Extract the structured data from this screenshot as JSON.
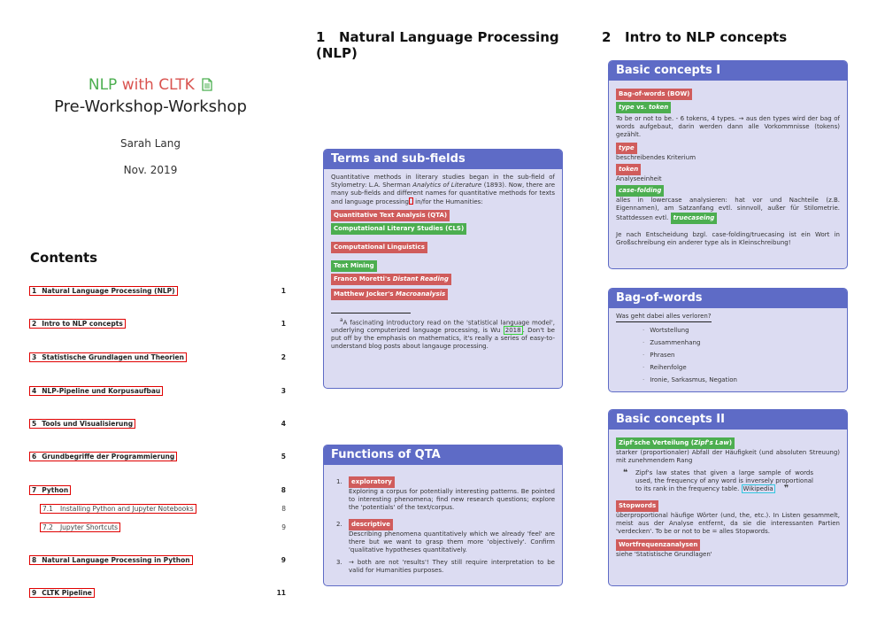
{
  "title": {
    "part1": "NLP",
    "part2": "with CLTK",
    "icon": "document-icon",
    "subtitle": "Pre-Workshop-Workshop",
    "author": "Sarah Lang",
    "date": "Nov. 2019"
  },
  "toc": {
    "heading": "Contents",
    "entries": [
      {
        "num": "1",
        "label": "Natural Language Processing (NLP)",
        "page": "1"
      },
      {
        "num": "2",
        "label": "Intro to NLP concepts",
        "page": "1"
      },
      {
        "num": "3",
        "label": "Statistische Grundlagen und Theorien",
        "page": "2"
      },
      {
        "num": "4",
        "label": "NLP-Pipeline und Korpusaufbau",
        "page": "3"
      },
      {
        "num": "5",
        "label": "Tools und Visualisierung",
        "page": "4"
      },
      {
        "num": "6",
        "label": "Grundbegriffe der Programmierung",
        "page": "5"
      },
      {
        "num": "7",
        "label": "Python",
        "page": "8"
      },
      {
        "num": "8",
        "label": "Natural Language Processing in Python",
        "page": "9"
      },
      {
        "num": "9",
        "label": "CLTK Pipeline",
        "page": "11"
      }
    ],
    "subentries": [
      {
        "num": "7.1",
        "label": "Installing Python and Jupyter Notebooks",
        "page": "8"
      },
      {
        "num": "7.2",
        "label": "Jupyter Shortcuts",
        "page": "9"
      }
    ]
  },
  "section1": {
    "num": "1",
    "title": "Natural Language Processing (NLP)",
    "terms_block": {
      "title": "Terms and sub-fields",
      "intro_a": "Quantitative methods in literary studies began in the sub-field of Stylometry: L.A. Sherman ",
      "intro_italic": "Analytics of Literature",
      "intro_b": " (1893). Now, there are many sub-fields and different names for quantitative methods for texts and language processing",
      "intro_c": " in/for the Humanities:",
      "tags": [
        {
          "label": "Quantitative Text Analysis (QTA)",
          "color": "red"
        },
        {
          "label": "Computational Literary Studies (CLS)",
          "color": "green"
        },
        {
          "label": "Computational Linguistics",
          "color": "red"
        },
        {
          "label": "Text Mining",
          "color": "green"
        }
      ],
      "moretti_a": "Franco Moretti's ",
      "moretti_b": "Distant Reading",
      "jocker_a": "Matthew Jocker's ",
      "jocker_b": "Macroanalysis",
      "footnote_mark": "a",
      "footnote_a": "A fascinating introductory read on the 'statistical language model', underlying computerized language processing, is Wu ",
      "footnote_cite": "2018",
      "footnote_b": ". Don't be put off by the emphasis on mathematics, it's really a series of easy-to-understand blog posts about langauge processing."
    },
    "qta_block": {
      "title": "Functions of QTA",
      "items": [
        {
          "num": "1.",
          "tag": "exploratory",
          "text": "Exploring a corpus for potentially interesting patterns. Be pointed to interesting phenomena; find new research questions; explore the 'potentials' of the text/corpus."
        },
        {
          "num": "2.",
          "tag": "descriptive",
          "text": "Describing phenomena quantitatively which we already 'feel' are there but we want to grasp them more 'objectively'. Confirm 'qualitative hypotheses quantitatively."
        },
        {
          "num": "3.",
          "tag": "",
          "text": "→ both are not 'results'! They still require interpretation to be valid for Humanities purposes."
        }
      ]
    }
  },
  "section2": {
    "num": "2",
    "title": "Intro to NLP concepts",
    "basic1": {
      "title": "Basic concepts I",
      "tag_bow": "Bag-of-words (BOW)",
      "tag_tvt_a": "type",
      "tag_tvt_b": " vs. ",
      "tag_tvt_c": "token",
      "text1": "To be or not to be. - 6 tokens, 4 types. → aus den types wird der bag of words aufgebaut, darin werden dann alle Vorkommnisse (tokens) gezählt.",
      "tag_type": "type",
      "type_desc": "beschreibendes Kriterium",
      "tag_token": "token",
      "token_desc": "Analyseeinheit",
      "tag_casefold": "case-folding",
      "casefold_desc": "alles in lowercase analysieren: hat vor und Nachteile (z.B. Eigennamen), am Satzanfang evtl. sinnvoll, außer für Stilometrie. Stattdessen evtl.",
      "tag_truecase": "truecaseing",
      "conclusion": "Je nach Entscheidung bzgl. case-folding/truecasing ist ein Wort in Großschreibung ein anderer type als in Kleinschreibung!"
    },
    "bow": {
      "title": "Bag-of-words",
      "question": "Was geht dabei alles verloren?",
      "items": [
        "Wortstellung",
        "Zusammenhang",
        "Phrasen",
        "Reihenfolge",
        "Ironie, Sarkasmus, Negation"
      ]
    },
    "basic2": {
      "title": "Basic concepts II",
      "tag_zipf_a": "Zipf'sche Verteilung (",
      "tag_zipf_b": "Zipf's Law",
      "tag_zipf_c": ")",
      "zipf_desc": "starker (proportionaler) Abfall der Häufigkeit (und absoluten Streuung) mit zunehmendem Rang",
      "quote_open": "❝",
      "quote_text": "Zipf's law states that given a large sample of words used, the frequency of any word is inversely proportional to its rank in the frequency table. ",
      "quote_source": "Wikipedia",
      "quote_close": "❞",
      "tag_stop": "Stopwords",
      "stop_desc": "überproportional häufige Wörter (und, the, etc.). In Listen gesammelt, meist aus der Analyse entfernt, da sie die interessanten Partien 'verdecken'. To be or not to be = alles Stopwords.",
      "tag_freq": "Wortfrequenzanalysen",
      "freq_desc": "siehe 'Statistische Grundlagen'"
    }
  },
  "colors": {
    "block_header": "#5e6bc6",
    "block_body": "#dcdcf2",
    "tag_red": "#d05c5c",
    "tag_green": "#4cae50",
    "link_red": "#e00000",
    "cite_green": "#37d237",
    "wiki_cyan": "#32c8e0"
  }
}
